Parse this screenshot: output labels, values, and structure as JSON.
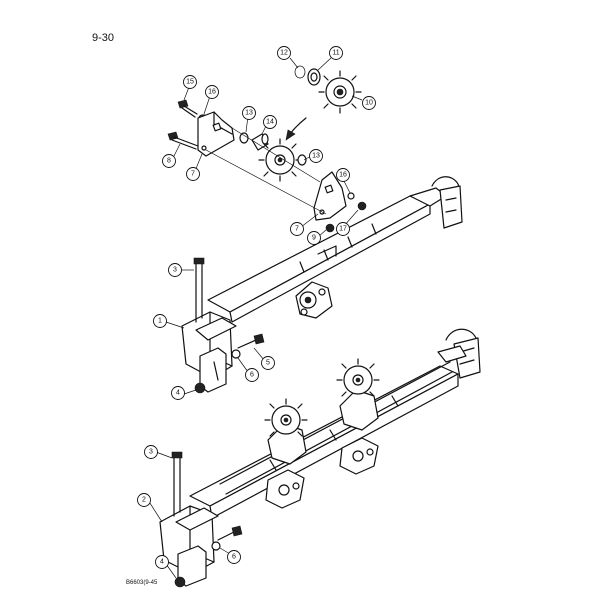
{
  "page_number": "9-30",
  "footer_code": "B6603(9-45",
  "callouts": {
    "c1": "1",
    "c2": "2",
    "c3a": "3",
    "c3b": "3",
    "c4a": "4",
    "c4b": "4",
    "c5": "5",
    "c6a": "6",
    "c6b": "6",
    "c7a": "7",
    "c7b": "7",
    "c8": "8",
    "c9": "9",
    "c10": "10",
    "c11": "11",
    "c12": "12",
    "c13a": "13",
    "c13b": "13",
    "c14": "14",
    "c15": "15",
    "c16a": "16",
    "c16b": "16",
    "c17": "17"
  }
}
